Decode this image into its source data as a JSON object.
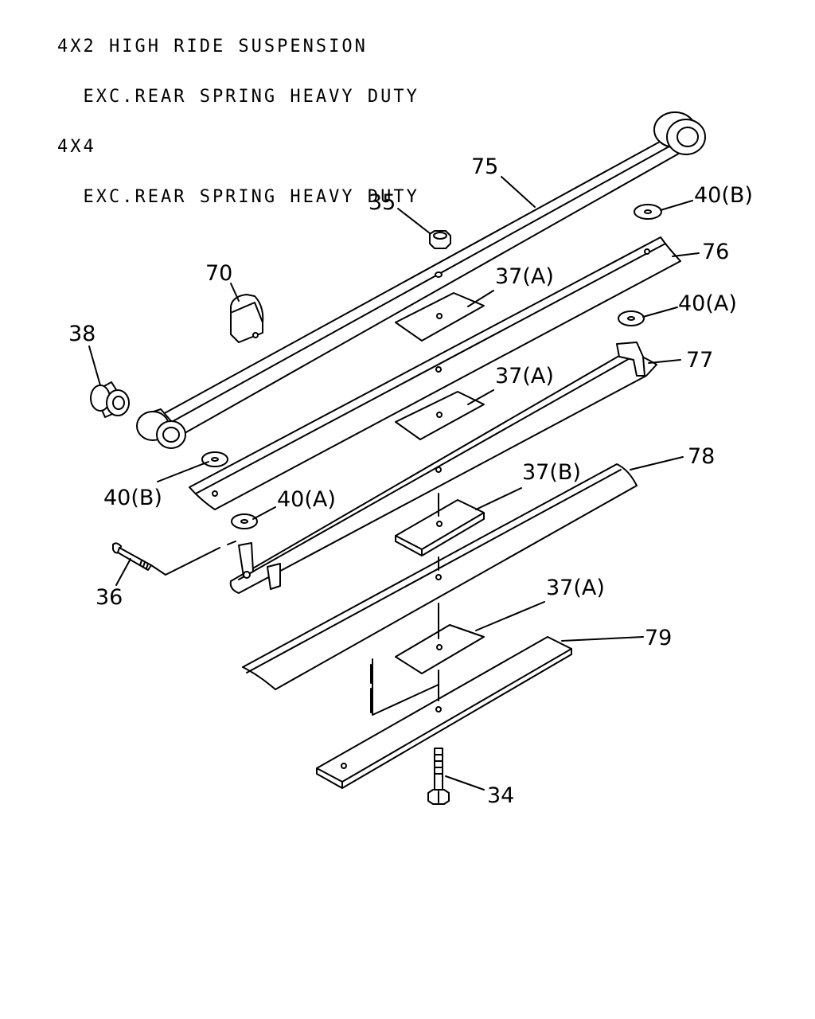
{
  "header": {
    "line1": "4X2 HIGH RIDE SUSPENSION",
    "line2": "  EXC.REAR SPRING HEAVY DUTY",
    "line3": "4X4",
    "line4": "  EXC.REAR SPRING HEAVY DUTY"
  },
  "callouts": {
    "c75": "75",
    "c35": "35",
    "c40b_top": "40(B)",
    "c76": "76",
    "c70": "70",
    "c37a_1": "37(A)",
    "c40a_top": "40(A)",
    "c38": "38",
    "c77": "77",
    "c37a_2": "37(A)",
    "c78": "78",
    "c37b": "37(B)",
    "c40b_bottom": "40(B)",
    "c40a_bottom": "40(A)",
    "c36": "36",
    "c37a_3": "37(A)",
    "c79": "79",
    "c34": "34"
  }
}
